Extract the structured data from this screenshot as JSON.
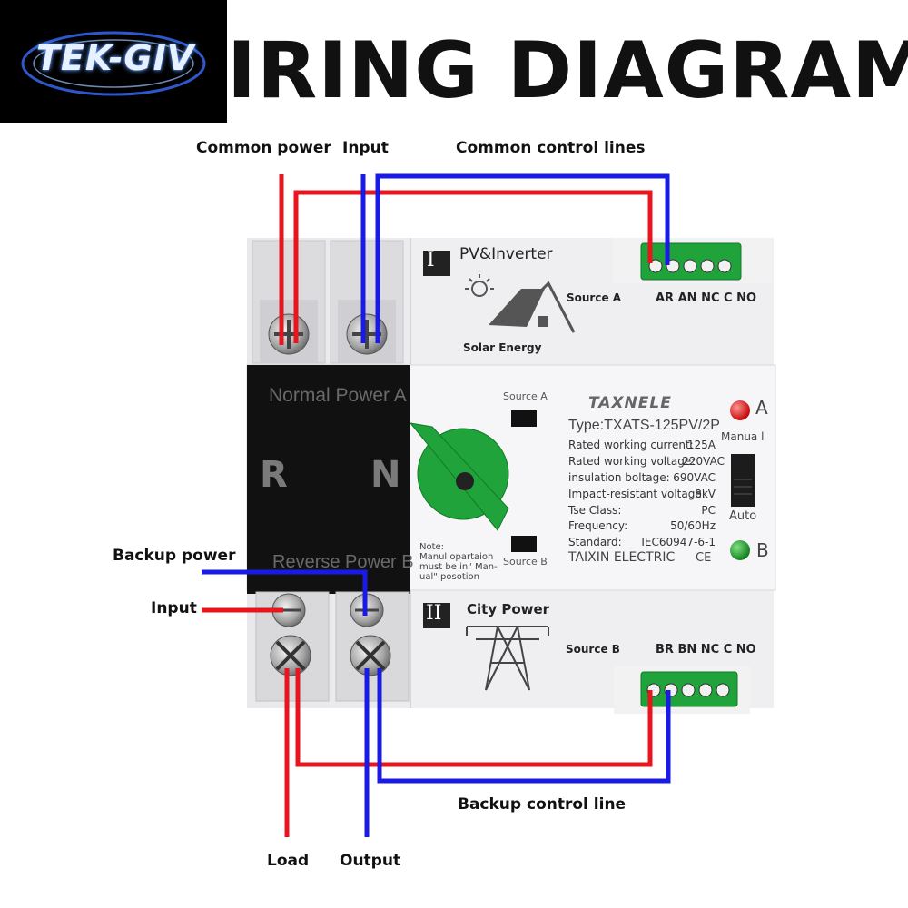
{
  "title": "IRING DIAGRAM",
  "logo": {
    "text": "TEK-GIV"
  },
  "labels": {
    "common_power": "Common power",
    "input_top": "Input",
    "common_control": "Common control lines",
    "backup_power": "Backup power",
    "input_left": "Input",
    "backup_control": "Backup control line",
    "load": "Load",
    "output": "Output"
  },
  "device": {
    "pv_inverter": "PV&Inverter",
    "roman_one": "I",
    "roman_two": "II",
    "source_a": "Source A",
    "source_b": "Source B",
    "solar_energy": "Solar Energy",
    "city_power": "City  Power",
    "terminal_top": "AR AN NC C NO",
    "terminal_bottom": "BR BN NC C NO",
    "normal_power": "Normal  Power  A",
    "reverse_power": "Reverse  Power  B",
    "phase_r": "R",
    "phase_n": "N",
    "window_source_a": "Source A",
    "window_source_b": "Source  B",
    "note_line1": "Note:",
    "note_line2": "Manul opartaion",
    "note_line3": "must be in\" Man-",
    "note_line4": "ual\"    posotion",
    "brand": "TAXNELE",
    "type": "Type:TXATS-125PV/2P",
    "company": "TAIXIN ELECTRIC",
    "ce": "CE",
    "indicator_a": "A",
    "indicator_b": "B",
    "manual": "Manua l",
    "auto": "Auto",
    "specs": [
      {
        "label": "Rated working current:",
        "value": "125A"
      },
      {
        "label": "Rated working voltage:",
        "value": "220VAC"
      },
      {
        "label": "insulation boltage:",
        "value": "690VAC"
      },
      {
        "label": "Impact-resistant voltage:",
        "value": "8kV"
      },
      {
        "label": "Tse  Class:",
        "value": "PC"
      },
      {
        "label": "Frequency:",
        "value": "50/60Hz"
      },
      {
        "label": "Standard:",
        "value": "IEC60947-6-1"
      }
    ]
  },
  "colors": {
    "live_wire": "#e8141e",
    "neutral_wire": "#1a1ae6",
    "indicator_a": "#e01010",
    "indicator_b": "#1aa02a",
    "handle": "#1fa33a"
  }
}
